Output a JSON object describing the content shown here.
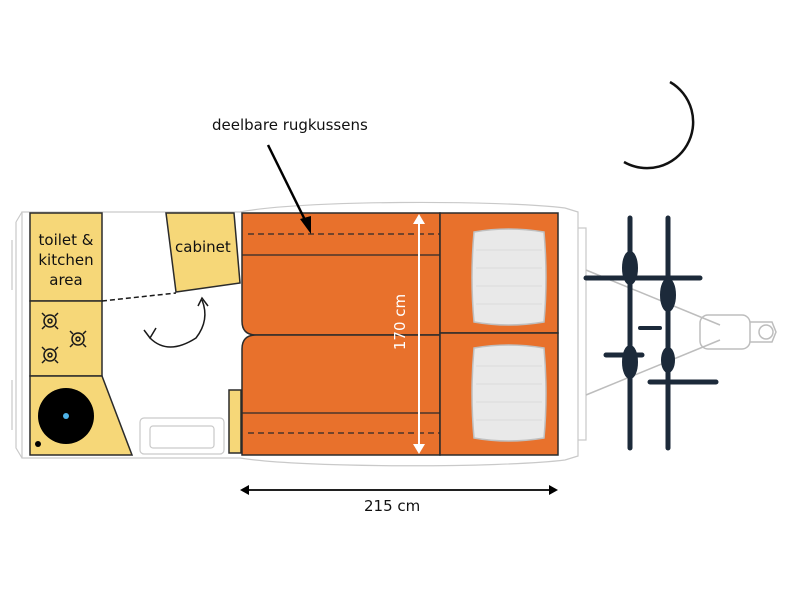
{
  "annotation": {
    "text": "deelbare rugkussens"
  },
  "rooms": {
    "toilet_kitchen": [
      "toilet &",
      "kitchen",
      "area"
    ],
    "cabinet": "cabinet"
  },
  "dimensions": {
    "width": "215 cm",
    "length": "170 cm"
  },
  "colors": {
    "cushion": "#e8712c",
    "furniture": "#f6d778",
    "outline": "#2b2b2b",
    "hull": "#c9c9c9",
    "bike": "#1c2a3a",
    "door_arrow": "#1a1a1a"
  },
  "icons": [
    "moon-icon",
    "bicycle-icon",
    "tow-hitch-icon",
    "burner-icon",
    "toilet-icon",
    "pillow-icon",
    "door-swing-icon"
  ]
}
